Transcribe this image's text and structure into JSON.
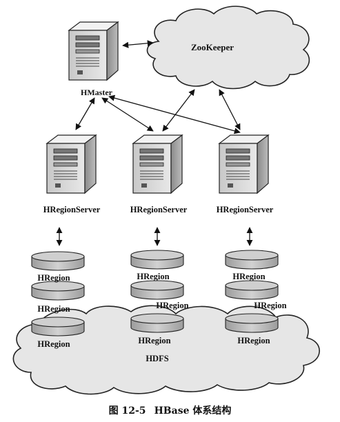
{
  "nodes": {
    "hmaster": "HMaster",
    "zookeeper": "ZooKeeper",
    "hdfs": "HDFS",
    "region_servers": [
      "HRegionServer",
      "HRegionServer",
      "HRegionServer"
    ],
    "region_label": "HRegion"
  },
  "caption": {
    "figure_number": "图 12-5",
    "title": "HBase 体系结构"
  },
  "colors": {
    "ink": "#111111",
    "cloud_fill": "#e4e4e4",
    "server_fill": "#d6d6d6",
    "disk_fill": "#bdbdbd"
  }
}
